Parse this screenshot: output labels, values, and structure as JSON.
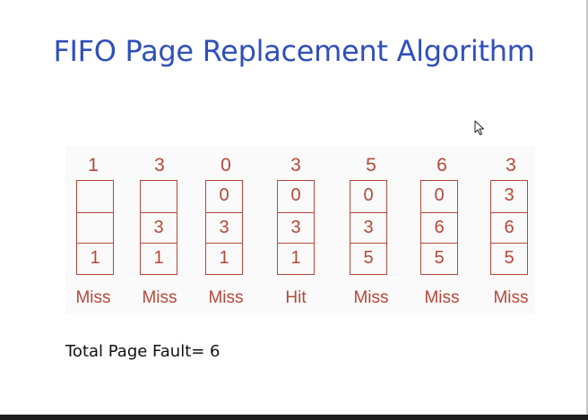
{
  "title": "FIFO Page Replacement Algorithm",
  "steps": [
    {
      "ref": "1",
      "frames": [
        "",
        "",
        "1"
      ],
      "status": "Miss"
    },
    {
      "ref": "3",
      "frames": [
        "",
        "3",
        "1"
      ],
      "status": "Miss"
    },
    {
      "ref": "0",
      "frames": [
        "0",
        "3",
        "1"
      ],
      "status": "Miss"
    },
    {
      "ref": "3",
      "frames": [
        "0",
        "3",
        "1"
      ],
      "status": "Hit"
    },
    {
      "ref": "5",
      "frames": [
        "0",
        "3",
        "5"
      ],
      "status": "Miss"
    },
    {
      "ref": "6",
      "frames": [
        "0",
        "6",
        "5"
      ],
      "status": "Miss"
    },
    {
      "ref": "3",
      "frames": [
        "3",
        "6",
        "5"
      ],
      "status": "Miss"
    }
  ],
  "total_label": "Total Page Fault= 6",
  "colors": {
    "title": "#3050b8",
    "diagram": "#b5473a"
  },
  "icons": {
    "cursor": "mouse-pointer-icon"
  }
}
